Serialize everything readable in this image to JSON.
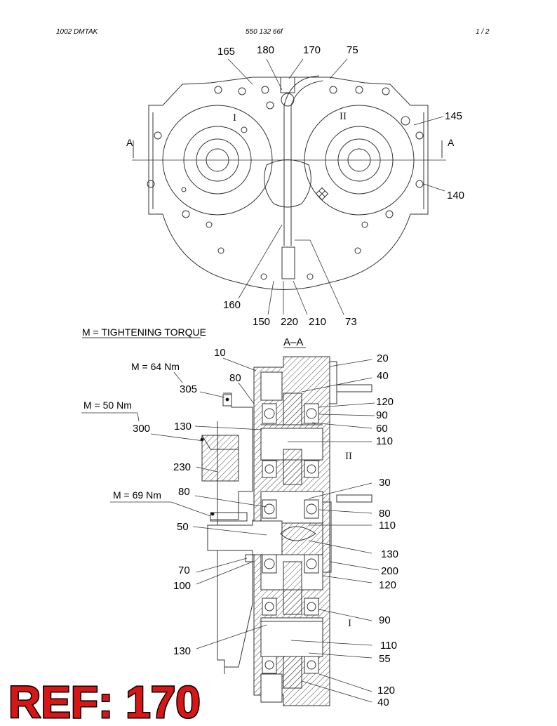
{
  "header": {
    "left": "1002   DMTAK",
    "center": "550 132 66f",
    "right": "1 /   2"
  },
  "top_view": {
    "labels": [
      "165",
      "180",
      "170",
      "75",
      "145",
      "140",
      "160",
      "150",
      "220",
      "210",
      "73"
    ],
    "section_letter": "A",
    "gear_marks": [
      "I",
      "II"
    ]
  },
  "section": {
    "title": "A–A",
    "legend": "M = TIGHTENING TORQUE",
    "torques": [
      "M = 64 Nm",
      "M = 50 Nm",
      "M = 69 Nm"
    ],
    "left_labels": [
      "10",
      "80",
      "305",
      "300",
      "130",
      "230",
      "80",
      "50",
      "70",
      "100",
      "130"
    ],
    "right_labels": [
      "20",
      "40",
      "120",
      "90",
      "60",
      "110",
      "30",
      "80",
      "110",
      "130",
      "200",
      "120",
      "90",
      "110",
      "55",
      "120",
      "40"
    ],
    "gear_marks": [
      "II",
      "I"
    ]
  },
  "ref": {
    "text": "REF: 170"
  }
}
